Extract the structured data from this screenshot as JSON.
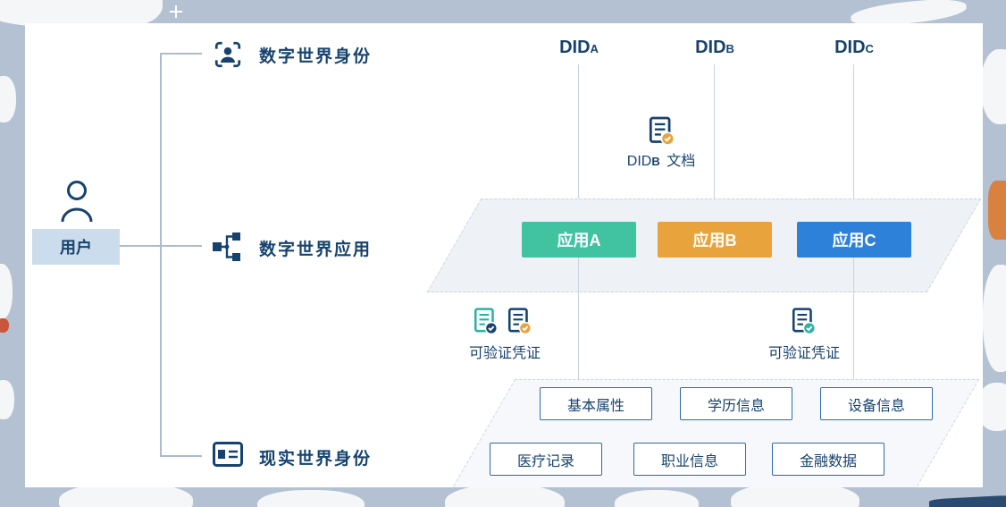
{
  "colors": {
    "background": "#b4c1d3",
    "panel": "#ffffff",
    "navy_text": "#16436e",
    "connector_line": "#aabccd",
    "app_a": "#41c2a1",
    "app_b": "#e8a33c",
    "app_c": "#2e81d8",
    "tag_border": "#2d6ca6",
    "user_chip_bg": "#cbdcec"
  },
  "user": {
    "label": "用户"
  },
  "rows": {
    "digital_identity": {
      "label": "数字世界身份"
    },
    "digital_apps": {
      "label": "数字世界应用"
    },
    "real_identity": {
      "label": "现实世界身份"
    }
  },
  "dids": [
    {
      "name": "DID",
      "sub": "A"
    },
    {
      "name": "DID",
      "sub": "B"
    },
    {
      "name": "DID",
      "sub": "C"
    }
  ],
  "did_document": {
    "name": "DID",
    "sub": "B",
    "suffix": "文档"
  },
  "apps": [
    {
      "label": "应用A",
      "color": "#41c2a1"
    },
    {
      "label": "应用B",
      "color": "#e8a33c"
    },
    {
      "label": "应用C",
      "color": "#2e81d8"
    }
  ],
  "credentials": {
    "left_label": "可验证凭证",
    "right_label": "可验证凭证"
  },
  "attribute_tags": {
    "row1": [
      "基本属性",
      "学历信息",
      "设备信息"
    ],
    "row2": [
      "医疗记录",
      "职业信息",
      "金融数据"
    ]
  }
}
